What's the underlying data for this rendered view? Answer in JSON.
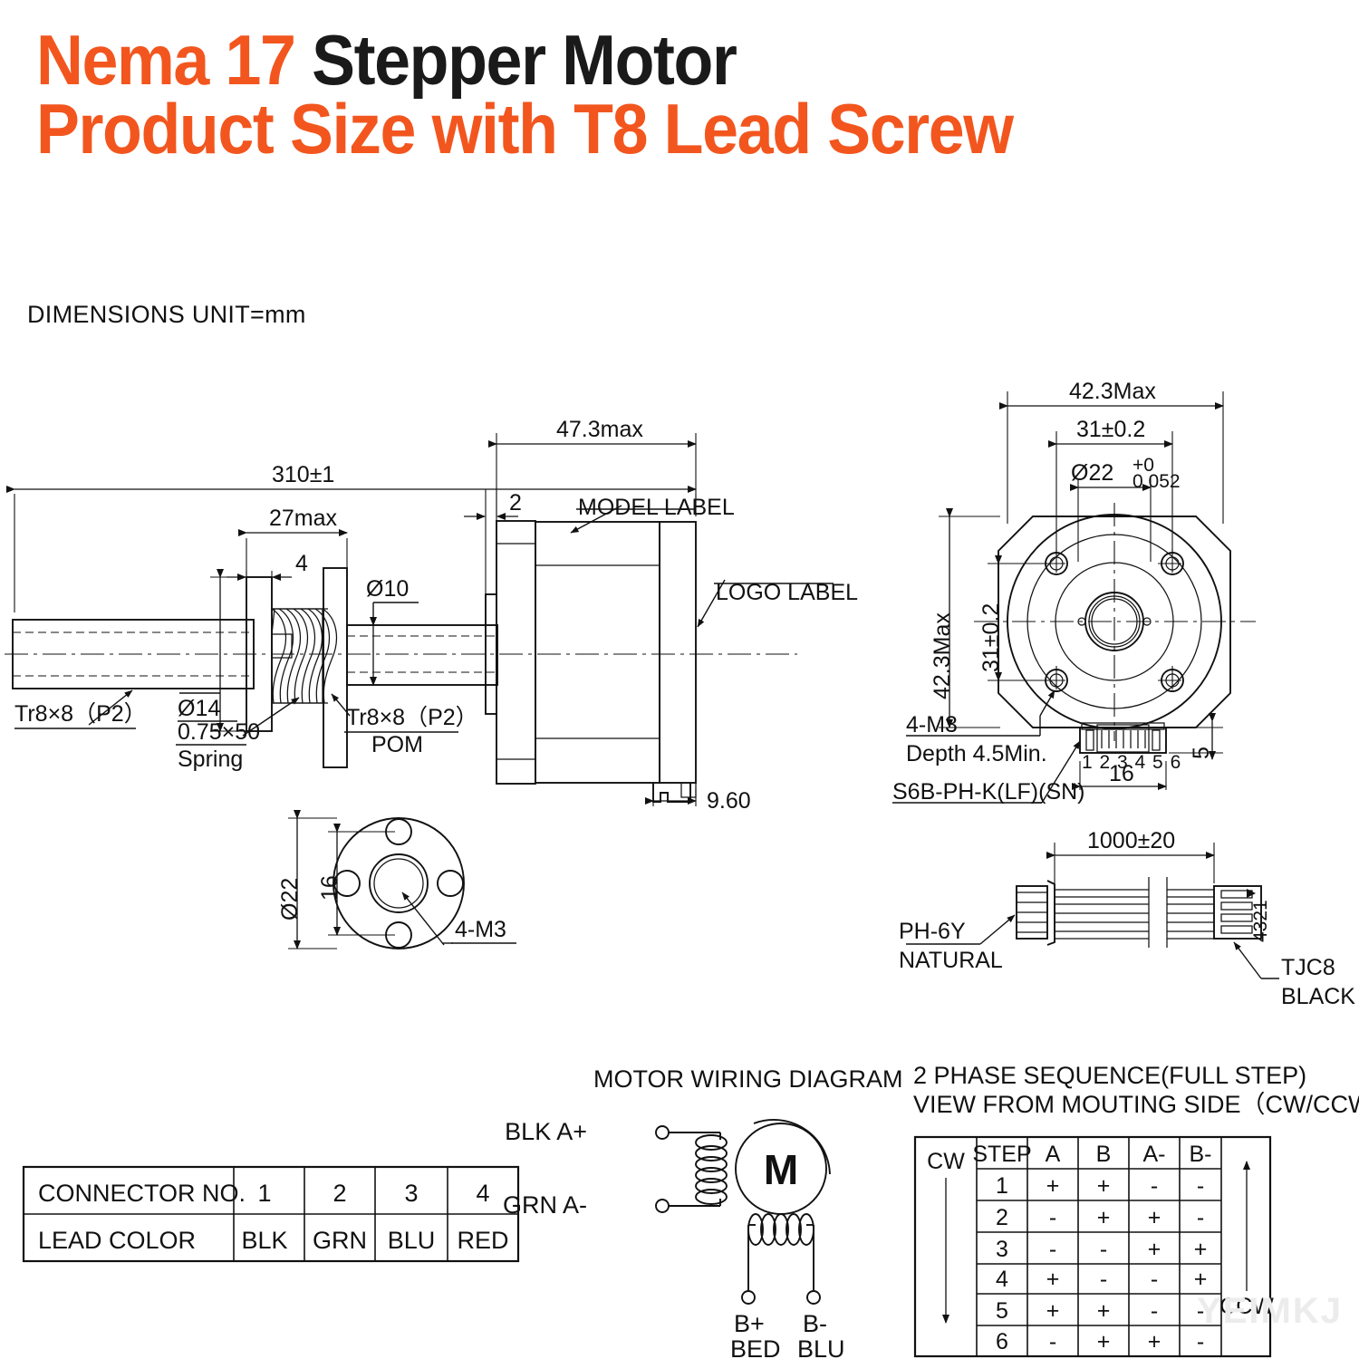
{
  "title": {
    "line1_orange": "Nema 17 ",
    "line1_black": "Stepper Motor",
    "line2": "Product Size with T8 Lead Screw",
    "accent_color": "#F2561E",
    "text_color": "#1a1a1a"
  },
  "units_note": "DIMENSIONS UNIT=mm",
  "side_view": {
    "dim_total_length": "310±1",
    "dim_nut_length": "27max",
    "dim_flange_thickness": "4",
    "dim_screw_dia": "Ø10",
    "dim_spring_dia": "Ø14",
    "dim_motor_length": "47.3max",
    "dim_boss": "2",
    "dim_connector_height": "9.60",
    "label_shaft": "Tr8×8（P2）",
    "label_spring_1": "0.75×50",
    "label_spring_2": "Spring",
    "label_nut_1": "Tr8×8（P2）",
    "label_nut_2": "POM",
    "label_model": "MODEL LABEL",
    "label_logo": "LOGO LABEL"
  },
  "front_view": {
    "dim_width": "42.3Max",
    "dim_height": "42.3Max",
    "dim_hole_pitch_h": "31±0.2",
    "dim_hole_pitch_v": "31±0.2",
    "dim_boss_dia": "Ø22",
    "dim_boss_tol_top": "+0",
    "dim_boss_tol_bot": "0.052",
    "dim_conn_width": "16",
    "dim_conn_height": "5",
    "label_screws_1": "4-M3",
    "label_screws_2": "Depth 4.5Min.",
    "label_connector": "S6B-PH-K(LF)(SN)",
    "pin_numbers": "1 2 3 4 5 6"
  },
  "flange_view": {
    "dim_outer_dia": "Ø22",
    "dim_bolt_circle": "16",
    "label_holes": "4-M3"
  },
  "cable_view": {
    "dim_length": "1000±20",
    "label_left_1": "PH-6Y",
    "label_left_2": "NATURAL",
    "label_right_1": "TJC8",
    "label_right_2": "BLACK",
    "pin_numbers": "4321"
  },
  "connector_table": {
    "rows": [
      {
        "header": "CONNECTOR NO.",
        "cells": [
          "1",
          "2",
          "3",
          "4"
        ]
      },
      {
        "header": "LEAD COLOR",
        "cells": [
          "BLK",
          "GRN",
          "BLU",
          "RED"
        ]
      }
    ]
  },
  "wiring_diagram": {
    "title": "MOTOR WIRING DIAGRAM",
    "terminal_a_plus": "BLK A+",
    "terminal_a_minus": "GRN A-",
    "motor_symbol": "M",
    "terminal_b_plus_1": "B+",
    "terminal_b_plus_2": "BED",
    "terminal_b_minus_1": "B-",
    "terminal_b_minus_2": "BLU"
  },
  "phase_sequence": {
    "title_line1": "2 PHASE SEQUENCE(FULL STEP)",
    "title_line2": "VIEW FROM MOUTING SIDE（CW/CCW）",
    "cw_label": "CW",
    "ccw_label": "CCW",
    "columns": [
      "STEP",
      "A",
      "B",
      "A-",
      "B-"
    ],
    "rows": [
      [
        "1",
        "+",
        "+",
        "-",
        "-"
      ],
      [
        "2",
        "-",
        "+",
        "+",
        "-"
      ],
      [
        "3",
        "-",
        "-",
        "+",
        "+"
      ],
      [
        "4",
        "+",
        "-",
        "-",
        "+"
      ],
      [
        "5",
        "+",
        "+",
        "-",
        "-"
      ],
      [
        "6",
        "-",
        "+",
        "+",
        "-"
      ]
    ]
  },
  "watermark": "YEIMKJ"
}
